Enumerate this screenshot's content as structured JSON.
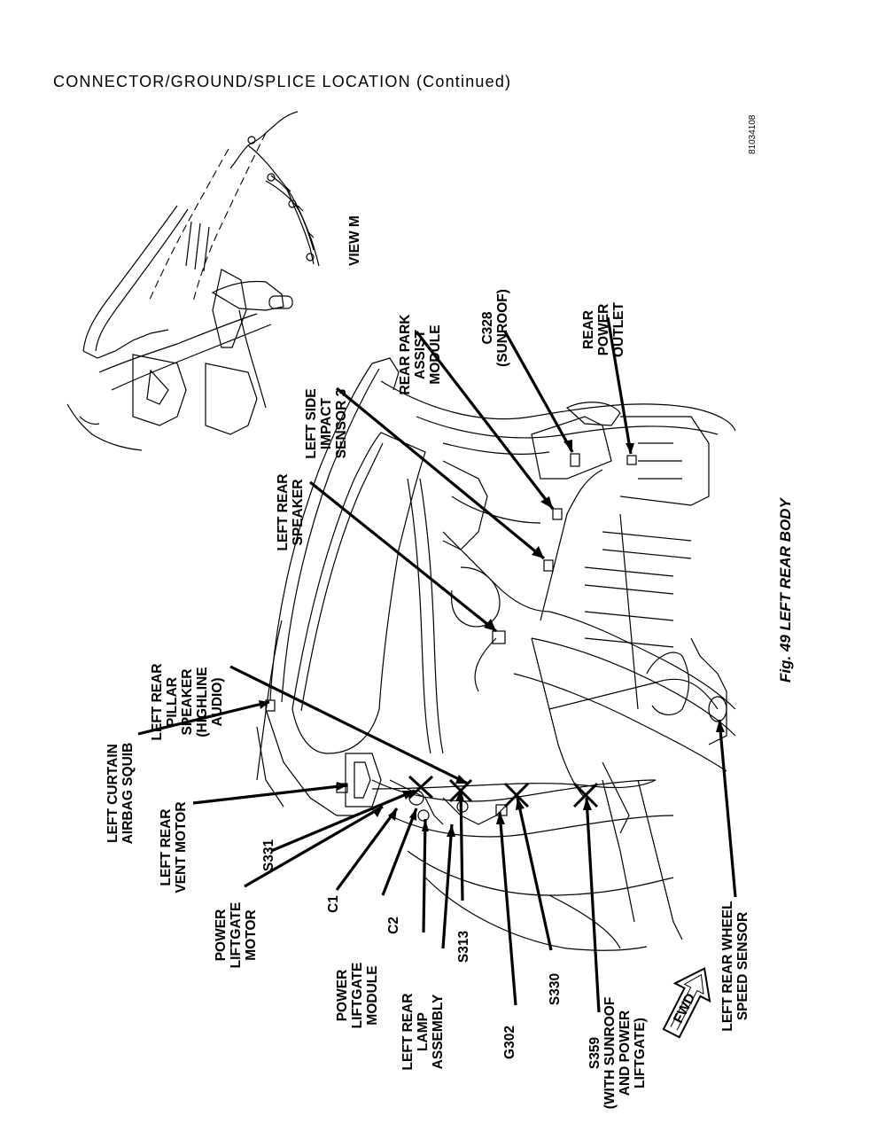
{
  "header": {
    "title": "CONNECTOR/GROUND/SPLICE LOCATION (Continued)"
  },
  "figure_id": "81034108",
  "caption": "Fig. 49 LEFT REAR BODY",
  "view_label": "VIEW M",
  "fwd_label": "FWD",
  "labels": {
    "left_rear_wheel_speed_sensor": [
      "LEFT REAR WHEEL",
      "SPEED SENSOR"
    ],
    "s359": [
      "S359",
      "(WITH SUNROOF",
      "AND POWER",
      "LIFTGATE)"
    ],
    "s330": [
      "S330"
    ],
    "g302": [
      "G302"
    ],
    "s313": [
      "S313"
    ],
    "left_rear_lamp_assembly": [
      "LEFT REAR",
      "LAMP",
      "ASSEMBLY"
    ],
    "c2": [
      "C2"
    ],
    "power_liftgate_module": [
      "POWER",
      "LIFTGATE",
      "MODULE"
    ],
    "c1": [
      "C1"
    ],
    "power_liftgate_motor": [
      "POWER",
      "LIFTGATE",
      "MOTOR"
    ],
    "s331": [
      "S331"
    ],
    "left_rear_vent_motor": [
      "LEFT REAR",
      "VENT MOTOR"
    ],
    "left_curtain_airbag_squib": [
      "LEFT CURTAIN",
      "AIRBAG SQUIB"
    ],
    "left_rear_pillar_speaker": [
      "LEFT REAR",
      "PILLAR",
      "SPEAKER",
      "(HIGHLINE",
      "AUDIO)"
    ],
    "left_rear_speaker": [
      "LEFT REAR",
      "SPEAKER"
    ],
    "left_side_impact_sensor_3": [
      "LEFT SIDE",
      "IMPACT",
      "SENSOR 3"
    ],
    "rear_park_assist_module": [
      "REAR PARK",
      "ASSIST",
      "MODULE"
    ],
    "c328": [
      "C328",
      "(SUNROOF)"
    ],
    "rear_power_outlet": [
      "REAR",
      "POWER",
      "OUTLET"
    ]
  }
}
